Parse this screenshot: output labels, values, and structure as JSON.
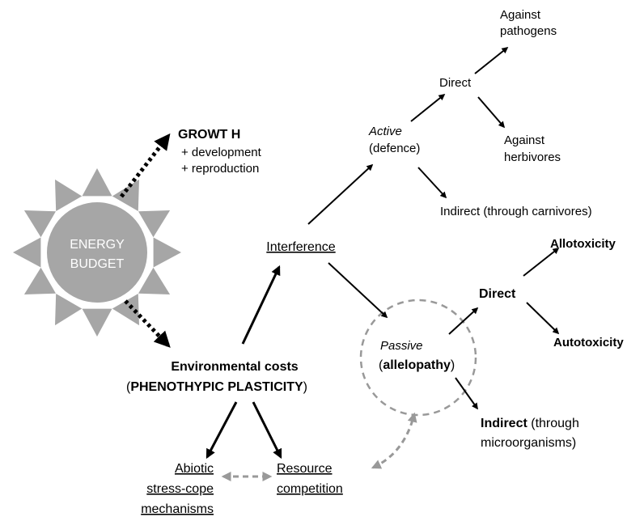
{
  "energy": {
    "line1": "ENERGY",
    "line2": "BUDGET"
  },
  "growth": {
    "title": "GROWT H",
    "sub1": "+ development",
    "sub2": "+ reproduction"
  },
  "env": {
    "line1": "Environmental costs",
    "line2_open": "(",
    "line2_bold": "PHENOTHYPIC PLASTICITY",
    "line2_close": ")"
  },
  "interference": "Interference",
  "active": {
    "label": "Active",
    "sub": "(defence)"
  },
  "direct_defence": "Direct",
  "pathogens": {
    "line1": "Against",
    "line2": "pathogens"
  },
  "herbivores": {
    "line1": "Against",
    "line2": "herbivores"
  },
  "indirect_carnivores": "Indirect (through carnivores)",
  "passive": {
    "label": "Passive",
    "open": "(",
    "bold": "allelopathy",
    "close": ")"
  },
  "direct_allelo": "Direct",
  "allotoxicity": "Allotoxicity",
  "autotoxicity": "Autotoxicity",
  "indirect_micro": {
    "bold": "Indirect",
    "rest": " (through",
    "line2": "microorganisms)"
  },
  "abiotic": {
    "line1": "Abiotic",
    "line2": "stress-cope",
    "line3": "mechanisms"
  },
  "resource": {
    "line1": "Resource",
    "line2": "competition"
  },
  "colors": {
    "sun": "#a6a6a6",
    "sun_text": "#ffffff",
    "dashed": "#999999",
    "ink": "#000000"
  }
}
